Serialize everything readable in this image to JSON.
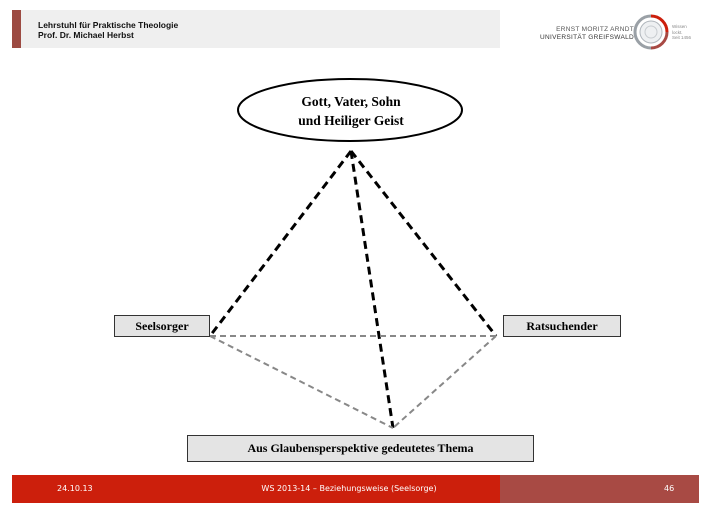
{
  "header": {
    "chair_line1": "Lehrstuhl für Praktische Theologie",
    "chair_line2": "Prof. Dr. Michael Herbst",
    "university_line1": "ERNST MORITZ ARNDT",
    "university_line2": "UNIVERSITÄT GREIFSWALD",
    "motto_line1": "Wissen",
    "motto_line2": "lockt.",
    "motto_line3": "Seit 1456"
  },
  "diagram": {
    "top_node_line1": "Gott, Vater, Sohn",
    "top_node_line2": "und Heiliger Geist",
    "left_node": "Seelsorger",
    "right_node": "Ratsuchender",
    "bottom_node": "Aus Glaubensperspektive gedeutetes Thema"
  },
  "footer": {
    "date": "24.10.13",
    "course": "WS 2013-14 – Beziehungsweise (Seelsorge)",
    "page": "46"
  },
  "colors": {
    "accent_red": "#cc1f0c",
    "accent_dark": "#a84a44",
    "box_fill": "#e4e4e4"
  }
}
